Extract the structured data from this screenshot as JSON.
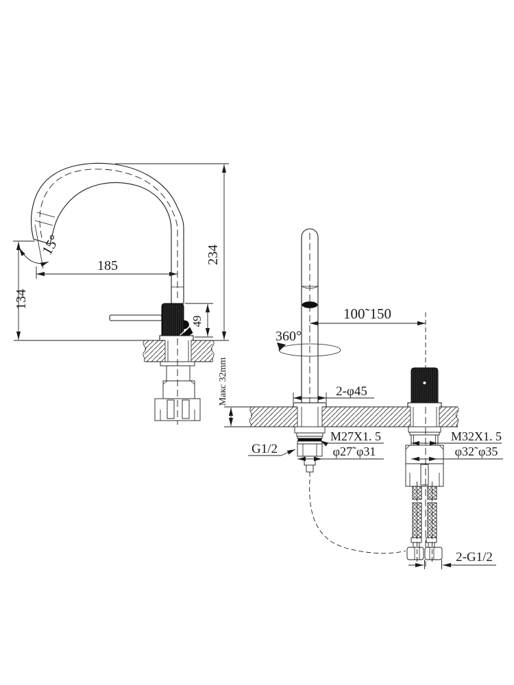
{
  "front_view": {
    "angle": "15°",
    "reach": "185",
    "outlet_height": "134",
    "overall_height": "234",
    "body_height": "49",
    "max_counter_thickness": "Макс 32mm"
  },
  "side_view": {
    "swivel": "360°",
    "spacing": "100˜150",
    "holes": "2-φ45",
    "spout_thread": "M27X1. 5",
    "spout_hole": "φ27˜φ31",
    "spout_inlet": "G1/2",
    "valve_thread": "M32X1. 5",
    "valve_hole": "φ32˜φ35",
    "hose_threads": "2-G1/2"
  }
}
